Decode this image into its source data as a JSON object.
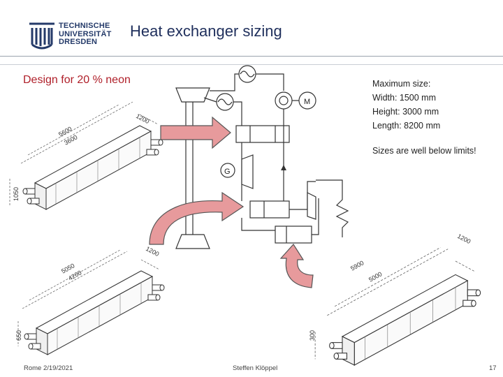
{
  "header": {
    "logo_lines": [
      "TECHNISCHE",
      "UNIVERSITÄT",
      "DRESDEN"
    ],
    "title": "Heat exchanger sizing"
  },
  "main": {
    "subtitle": "Design for 20 % neon",
    "specs": [
      "Maximum size:",
      "Width: 1500 mm",
      "Height: 3000 mm",
      "Length: 8200 mm"
    ],
    "note": "Sizes are well below limits!",
    "schematic_labels": {
      "generator": "G",
      "motor": "M"
    }
  },
  "drawings": {
    "top_left": {
      "width": "1200",
      "length_outer": "5600",
      "length_inner": "3600",
      "height": "1050"
    },
    "bottom_left": {
      "width": "1200",
      "length_outer": "5050",
      "length_inner": "4200",
      "height": "650"
    },
    "right": {
      "width": "1200",
      "length_outer": "5900",
      "length_inner": "5000",
      "height": "300"
    }
  },
  "colors": {
    "arrow_fill": "#e79a9c",
    "arrow_stroke": "#555555",
    "title": "#1f2f5c",
    "subtitle": "#b0202a"
  },
  "footer": {
    "left": "Rome 2/19/2021",
    "center": "Steffen Klöppel",
    "page": "17"
  }
}
